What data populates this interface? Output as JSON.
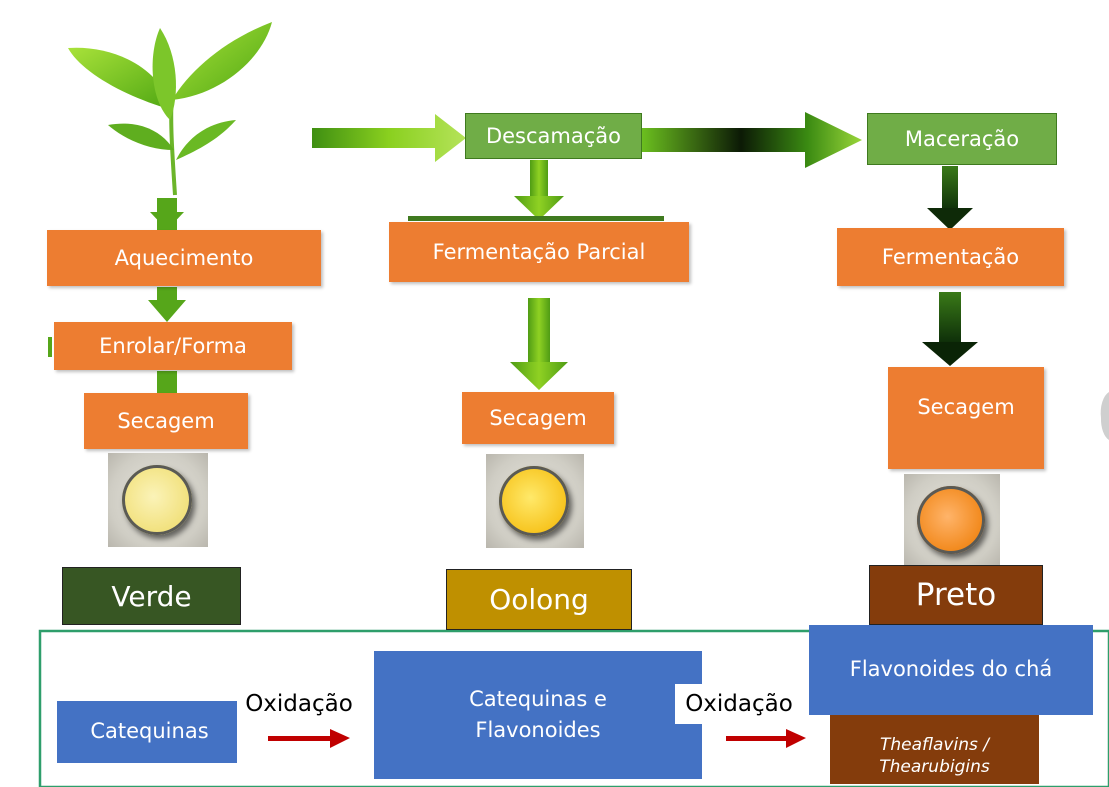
{
  "steps": {
    "descamacao": "Descamação",
    "maceracao": "Maceração",
    "aquecimento": "Aquecimento",
    "enrolar": "Enrolar/Forma",
    "secagem_verde": "Secagem",
    "fermentacao_parcial": "Fermentação Parcial",
    "secagem_oolong": "Secagem",
    "fermentacao": "Fermentação",
    "secagem_preto": "Secagem"
  },
  "teas": {
    "verde": "Verde",
    "oolong": "Oolong",
    "preto": "Preto"
  },
  "chemistry": {
    "catequinas": "Catequinas",
    "oxidacao_1": "Oxidação",
    "catequinas_flavonoides": "Catequinas e Flavonoides",
    "oxidacao_2": "Oxidação",
    "flavonoides_cha": "Flavonoides do chá",
    "theaflavins": "Theaflavins / Thearubigins"
  },
  "colors": {
    "process_box": "#ED7D31",
    "branch_box": "#70AD47",
    "verde": "#375623",
    "oolong": "#BF9000",
    "preto": "#843C0C",
    "chem_box": "#4472C4",
    "frame": "#2E9E6B",
    "oxidation_arrow": "#C00000"
  },
  "icons": [
    "tea-leaf-icon",
    "tea-cup-green-icon",
    "tea-cup-oolong-icon",
    "tea-cup-black-icon"
  ]
}
